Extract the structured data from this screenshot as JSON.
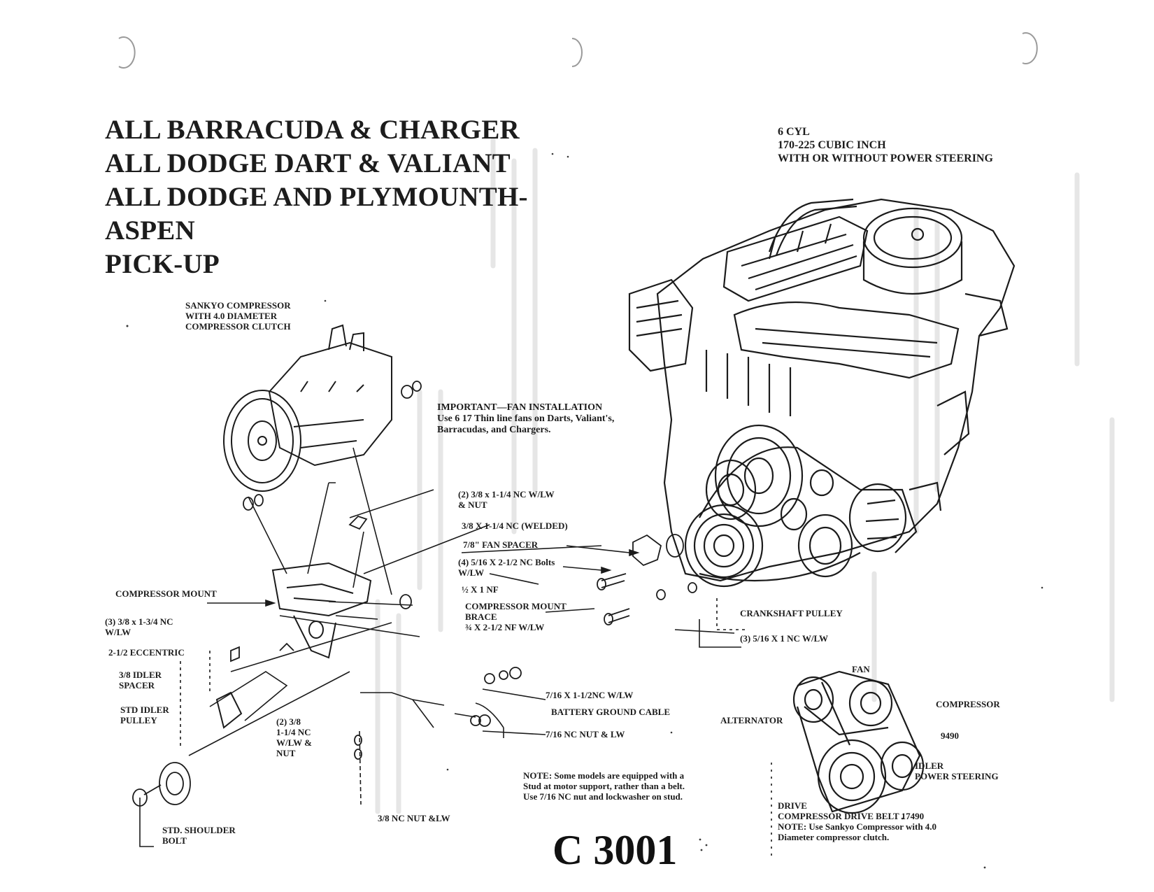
{
  "title_lines": [
    "ALL BARRACUDA & CHARGER",
    "ALL DODGE DART & VALIANT",
    "ALL DODGE AND PLYMOUNTH-",
    "ASPEN",
    "PICK-UP"
  ],
  "engine_spec": [
    "6 CYL",
    "170-225 CUBIC INCH",
    "WITH OR WITHOUT POWER STEERING"
  ],
  "labels": {
    "sankyo_compressor": "SANKYO COMPRESSOR\nWITH 4.0 DIAMETER\nCOMPRESSOR CLUTCH",
    "important_fan": "IMPORTANT—FAN INSTALLATION\nUse 6 17 Thin line fans on Darts, Valiant's,\nBarracudas, and Chargers.",
    "bolts_38_114_nut": "(2) 3/8 x 1-1/4 NC W/LW\n& NUT",
    "bolt_38_114_welded": "3/8 X 1-1/4 NC (WELDED)",
    "fan_spacer": "7/8\" FAN SPACER",
    "bolts_516_212": "(4) 5/16 X 2-1/2 NC Bolts\nW/LW",
    "half_x1_nf": "½ X 1 NF",
    "compressor_mount_brace": "COMPRESSOR MOUNT\nBRACE\n¾ X 2-1/2 NF W/LW",
    "compressor_mount": "COMPRESSOR MOUNT",
    "bolts_38_134": "(3) 3/8 x 1-3/4 NC\nW/LW",
    "eccentric": "2-1/2 ECCENTRIC",
    "idler_spacer": "3/8 IDLER\nSPACER",
    "std_idler_pulley": "STD IDLER\nPULLEY",
    "bolts_38_114_lw_nut": "(2) 3/8\n1-1/4 NC\nW/LW &\nNUT",
    "std_shoulder_bolt": "STD. SHOULDER\nBOLT",
    "nut_38_lw": "3/8 NC NUT &LW",
    "bolt_716_112": "7/16 X 1-1/2NC W/LW",
    "battery_ground_cable": "BATTERY GROUND CABLE",
    "nut_716_lw": "7/16 NC NUT & LW",
    "note_stud": "NOTE: Some models are equipped with a\nStud at motor support, rather than a belt.\nUse 7/16 NC nut and lockwasher on stud.",
    "crankshaft_pulley": "CRANKSHAFT PULLEY",
    "bolts_516_1nc": "(3) 5/16 X 1 NC W/LW",
    "fan": "FAN",
    "alternator": "ALTERNATOR",
    "compressor": "COMPRESSOR",
    "belt_9490": "9490",
    "idler_power_steering": "IDLER\nPOWER STEERING",
    "drive_note": "DRIVE\nCOMPRESSOR DRIVE BELT 17490\nNOTE: Use Sankyo Compressor with 4.0\nDiameter compressor clutch."
  },
  "kit_code": "C 3001"
}
